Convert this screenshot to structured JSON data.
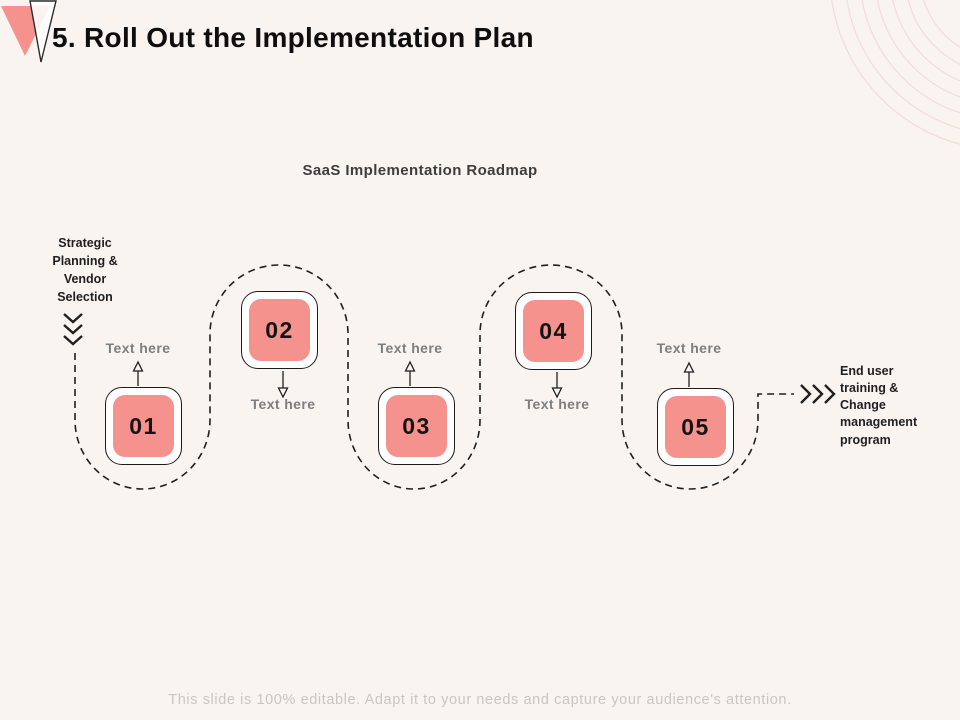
{
  "slide": {
    "title": "5. Roll Out the Implementation Plan",
    "diagram_title": "SaaS Implementation Roadmap",
    "start_label": "Strategic Planning & Vendor Selection",
    "end_label": "End user training & Change management program",
    "footer": "This slide is 100% editable. Adapt it to your needs and capture your audience's attention.",
    "steps": [
      {
        "number": "01",
        "label": "Text here",
        "label_position": "above"
      },
      {
        "number": "02",
        "label": "Text here",
        "label_position": "below"
      },
      {
        "number": "03",
        "label": "Text here",
        "label_position": "above"
      },
      {
        "number": "04",
        "label": "Text here",
        "label_position": "below"
      },
      {
        "number": "05",
        "label": "Text here",
        "label_position": "above"
      }
    ],
    "icons": [
      "brand-triangle-icon",
      "corner-arcs-decoration",
      "start-chevrons-down-icon",
      "end-chevrons-right-icon",
      "roadmap-dashed-path",
      "step-arrow-connector"
    ],
    "colors": {
      "background": "#FAF4F1",
      "accent_pink": "#F5928E",
      "path_stroke": "#1F1F1F",
      "muted_label": "#7E7E7E",
      "footer_text": "#CBC5C2",
      "arc_stroke": "#F0DED9"
    }
  }
}
